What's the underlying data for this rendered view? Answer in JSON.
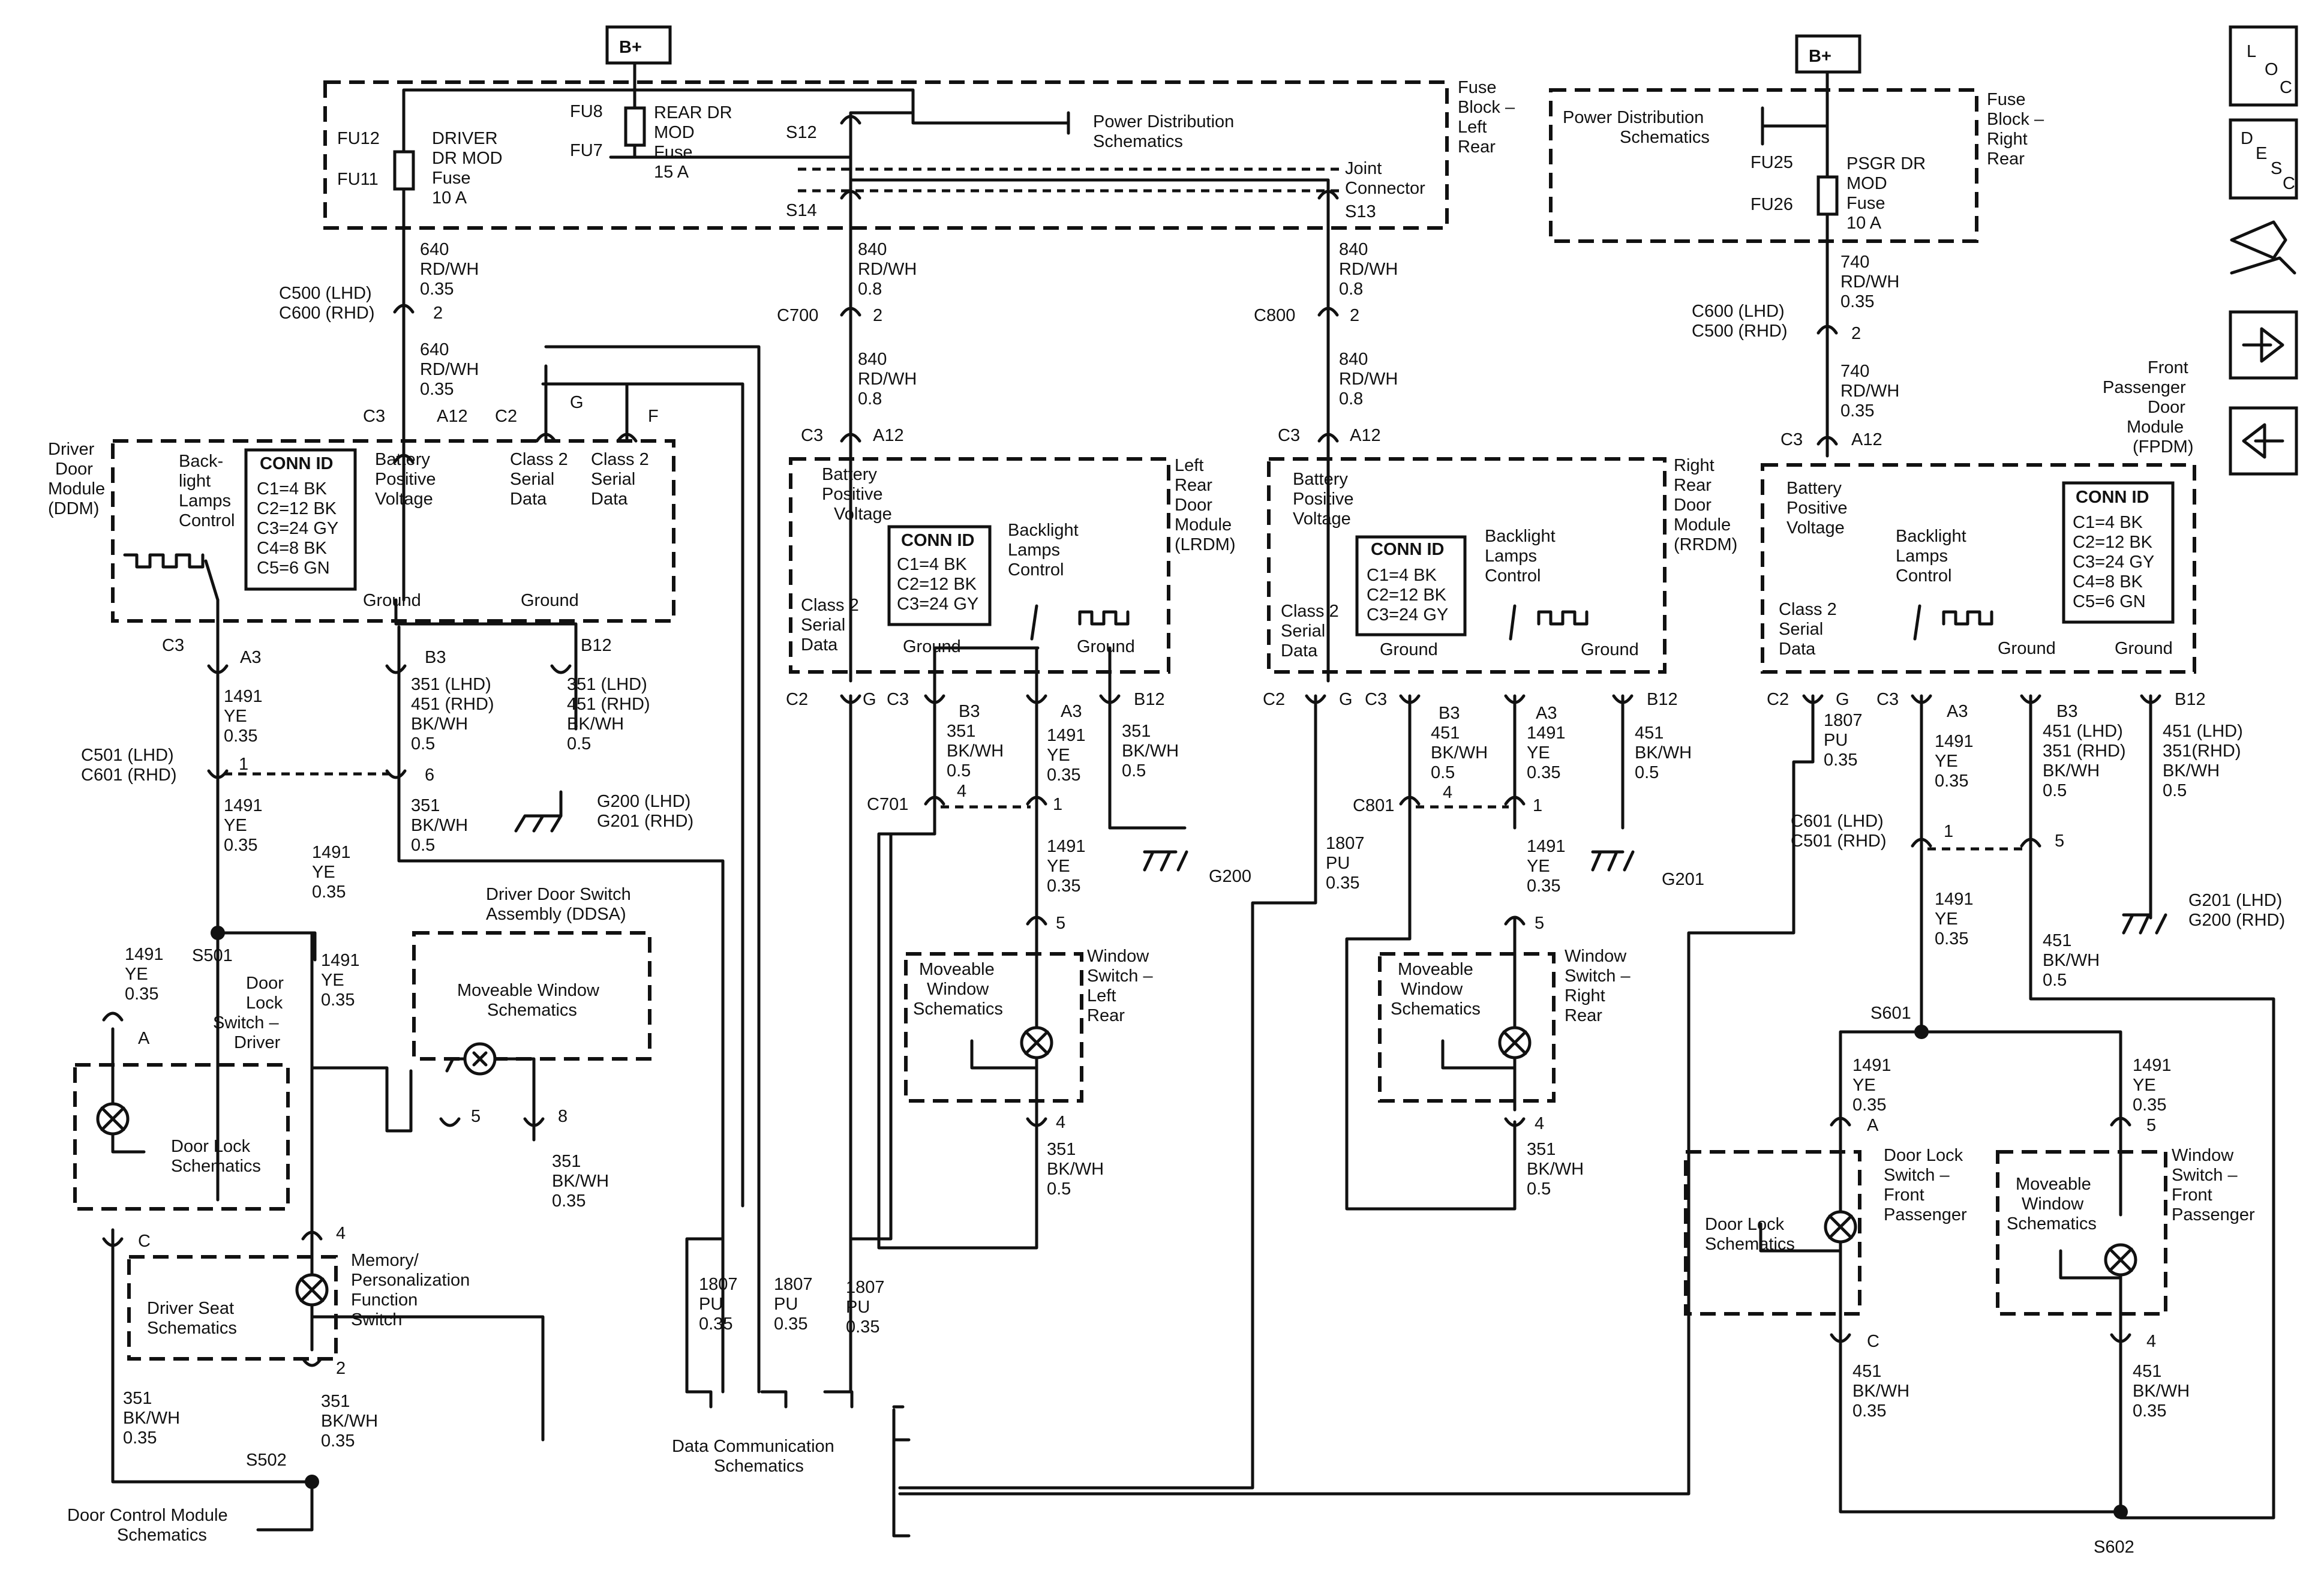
{
  "power": {
    "b_plus_left": "B+",
    "b_plus_right": "B+"
  },
  "fuse_block_lr": {
    "label": [
      "Fuse",
      "Block –",
      "Left",
      "Rear"
    ],
    "fu12": "FU12",
    "fu11": "FU11",
    "fu8": "FU8",
    "fu7": "FU7",
    "driver_fuse": [
      "DRIVER",
      "DR MOD",
      "Fuse",
      "10 A"
    ],
    "rear_fuse": [
      "REAR DR",
      "MOD",
      "Fuse",
      "15 A"
    ],
    "pds": [
      "Power Distribution",
      "Schematics"
    ],
    "s12": "S12",
    "s14": "S14",
    "s13": "S13",
    "joint": [
      "Joint",
      "Connector"
    ]
  },
  "fuse_block_rr": {
    "label": [
      "Fuse",
      "Block –",
      "Right",
      "Rear"
    ],
    "pds": [
      "Power Distribution",
      "Schematics"
    ],
    "fu25": "FU25",
    "fu26": "FU26",
    "fuse": [
      "PSGR DR",
      "MOD",
      "Fuse",
      "10 A"
    ]
  },
  "side_buttons": {
    "loc": [
      "L",
      "O",
      "C"
    ],
    "desc": [
      "D",
      "E",
      "S",
      "C"
    ]
  },
  "ddm": {
    "module": [
      "Driver",
      "Door",
      "Module",
      "(DDM)"
    ],
    "w640a": [
      "640",
      "RD/WH",
      "0.35"
    ],
    "c500": [
      "C500 (LHD)",
      "C600 (RHD)"
    ],
    "c500_pin": "2",
    "w640b": [
      "640",
      "RD/WH",
      "0.35"
    ],
    "c3": "C3",
    "a12": "A12",
    "c2": "C2",
    "g": "G",
    "f": "F",
    "backlight": [
      "Back-",
      "light",
      "Lamps",
      "Control"
    ],
    "conn_title": "CONN ID",
    "conn": [
      "C1=4 BK",
      "C2=12 BK",
      "C3=24 GY",
      "C4=8 BK",
      "C5=6 GN"
    ],
    "bpv": [
      "Battery",
      "Positive",
      "Voltage"
    ],
    "c2sd_a": [
      "Class 2",
      "Serial",
      "Data"
    ],
    "c2sd_b": [
      "Class 2",
      "Serial",
      "Data"
    ],
    "gnd1": "Ground",
    "gnd2": "Ground",
    "c3b": "C3",
    "a3": "A3",
    "b3": "B3",
    "b12": "B12",
    "w1491a": [
      "1491",
      "YE",
      "0.35"
    ],
    "w351a": [
      "351 (LHD)",
      "451 (RHD)",
      "BK/WH",
      "0.5"
    ],
    "w351b": [
      "351 (LHD)",
      "451 (RHD)",
      "BK/WH",
      "0.5"
    ],
    "c501": [
      "C501 (LHD)",
      "C601 (RHD)"
    ],
    "c501_p1": "1",
    "c501_p6": "6",
    "g200": [
      "G200 (LHD)",
      "G201 (RHD)"
    ],
    "w1491b": [
      "1491",
      "YE",
      "0.35"
    ],
    "w351c": [
      "351",
      "BK/WH",
      "0.5"
    ],
    "w1491c": [
      "1491",
      "YE",
      "0.35"
    ],
    "ddsa": [
      "Driver Door Switch",
      "Assembly (DDSA)"
    ],
    "mws": [
      "Moveable Window",
      "Schematics"
    ],
    "p5": "5",
    "p8": "8",
    "s501": "S501",
    "w1491d": [
      "1491",
      "YE",
      "0.35"
    ],
    "w1491e": [
      "1491",
      "YE",
      "0.35"
    ],
    "dls_driver": [
      "Door",
      "Lock",
      "Switch –",
      "Driver"
    ],
    "pa": "A",
    "pc": "C",
    "p4": "4",
    "p2": "2",
    "dls": [
      "Door Lock",
      "Schematics"
    ],
    "w351d": [
      "351",
      "BK/WH",
      "0.35"
    ],
    "memory": [
      "Memory/",
      "Personalization",
      "Function",
      "Switch"
    ],
    "seat": [
      "Driver Seat",
      "Schematics"
    ],
    "w351e": [
      "351",
      "BK/WH",
      "0.35"
    ],
    "w351f": [
      "351",
      "BK/WH",
      "0.35"
    ],
    "s502": "S502",
    "dcm": [
      "Door Control Module",
      "Schematics"
    ]
  },
  "center": {
    "w1807a": [
      "1807",
      "PU",
      "0.35"
    ],
    "w1807b": [
      "1807",
      "PU",
      "0.35"
    ],
    "w1807c": [
      "1807",
      "PU",
      "0.35"
    ],
    "dcs": [
      "Data Communication",
      "Schematics"
    ]
  },
  "lrdm": {
    "module": [
      "Left",
      "Rear",
      "Door",
      "Module",
      "(LRDM)"
    ],
    "w840a": [
      "840",
      "RD/WH",
      "0.8"
    ],
    "c700": "C700",
    "c700_pin": "2",
    "w840b": [
      "840",
      "RD/WH",
      "0.8"
    ],
    "c3": "C3",
    "a12": "A12",
    "bpv": [
      "Battery",
      "Positive",
      "Voltage"
    ],
    "conn_title": "CONN ID",
    "conn": [
      "C1=4 BK",
      "C2=12 BK",
      "C3=24 GY"
    ],
    "backlight": [
      "Backlight",
      "Lamps",
      "Control"
    ],
    "c2sd": [
      "Class 2",
      "Serial",
      "Data"
    ],
    "gnd1": "Ground",
    "gnd2": "Ground",
    "c2": "C2",
    "g": "G",
    "c3b": "C3",
    "b3": "B3",
    "a3": "A3",
    "b12": "B12",
    "w351a": [
      "351",
      "BK/WH",
      "0.5"
    ],
    "w1491a": [
      "1491",
      "YE",
      "0.35"
    ],
    "w351b": [
      "351",
      "BK/WH",
      "0.5"
    ],
    "c701": "C701",
    "c701_p4": "4",
    "c701_p1": "1",
    "w1491b": [
      "1491",
      "YE",
      "0.35"
    ],
    "g200": "G200",
    "p5": "5",
    "mws": [
      "Moveable",
      "Window",
      "Schematics"
    ],
    "ws": [
      "Window",
      "Switch –",
      "Left",
      "Rear"
    ],
    "p4": "4",
    "w351c": [
      "351",
      "BK/WH",
      "0.5"
    ]
  },
  "rrdm": {
    "module": [
      "Right",
      "Rear",
      "Door",
      "Module",
      "(RRDM)"
    ],
    "w840a": [
      "840",
      "RD/WH",
      "0.8"
    ],
    "c800": "C800",
    "c800_pin": "2",
    "w840b": [
      "840",
      "RD/WH",
      "0.8"
    ],
    "c3": "C3",
    "a12": "A12",
    "bpv": [
      "Battery",
      "Positive",
      "Voltage"
    ],
    "conn_title": "CONN ID",
    "conn": [
      "C1=4 BK",
      "C2=12 BK",
      "C3=24 GY"
    ],
    "backlight": [
      "Backlight",
      "Lamps",
      "Control"
    ],
    "c2sd": [
      "Class 2",
      "Serial",
      "Data"
    ],
    "gnd1": "Ground",
    "gnd2": "Ground",
    "c2": "C2",
    "g": "G",
    "c3b": "C3",
    "b3": "B3",
    "a3": "A3",
    "b12": "B12",
    "w451a": [
      "451",
      "BK/WH",
      "0.5"
    ],
    "w1491a": [
      "1491",
      "YE",
      "0.35"
    ],
    "w451b": [
      "451",
      "BK/WH",
      "0.5"
    ],
    "w1807": [
      "1807",
      "PU",
      "0.35"
    ],
    "c801": "C801",
    "c801_p4": "4",
    "c801_p1": "1",
    "w1491b": [
      "1491",
      "YE",
      "0.35"
    ],
    "g201": "G201",
    "p5": "5",
    "mws": [
      "Moveable",
      "Window",
      "Schematics"
    ],
    "ws": [
      "Window",
      "Switch –",
      "Right",
      "Rear"
    ],
    "p4": "4",
    "w351": [
      "351",
      "BK/WH",
      "0.5"
    ]
  },
  "fpdm": {
    "module": [
      "Front",
      "Passenger",
      "Door",
      "Module",
      "(FPDM)"
    ],
    "w740a": [
      "740",
      "RD/WH",
      "0.35"
    ],
    "c600": [
      "C600 (LHD)",
      "C500 (RHD)"
    ],
    "c600_pin": "2",
    "w740b": [
      "740",
      "RD/WH",
      "0.35"
    ],
    "c3": "C3",
    "a12": "A12",
    "bpv": [
      "Battery",
      "Positive",
      "Voltage"
    ],
    "backlight": [
      "Backlight",
      "Lamps",
      "Control"
    ],
    "conn_title": "CONN ID",
    "conn": [
      "C1=4 BK",
      "C2=12 BK",
      "C3=24 GY",
      "C4=8 BK",
      "C5=6 GN"
    ],
    "c2sd": [
      "Class 2",
      "Serial",
      "Data"
    ],
    "gnd1": "Ground",
    "gnd2": "Ground",
    "c2": "C2",
    "g": "G",
    "c3b": "C3",
    "a3": "A3",
    "b3": "B3",
    "b12": "B12",
    "w1807": [
      "1807",
      "PU",
      "0.35"
    ],
    "w1491a": [
      "1491",
      "YE",
      "0.35"
    ],
    "w451a": [
      "451 (LHD)",
      "351 (RHD)",
      "BK/WH",
      "0.5"
    ],
    "w451b": [
      "451 (LHD)",
      "351(RHD)",
      "BK/WH",
      "0.5"
    ],
    "c601": [
      "C601 (LHD)",
      "C501 (RHD)"
    ],
    "c601_p1": "1",
    "c601_p5": "5",
    "g201": [
      "G201 (LHD)",
      "G200 (RHD)"
    ],
    "w1491b": [
      "1491",
      "YE",
      "0.35"
    ],
    "w451c": [
      "451",
      "BK/WH",
      "0.5"
    ],
    "s601": "S601",
    "w1491c": [
      "1491",
      "YE",
      "0.35"
    ],
    "w1491d": [
      "1491",
      "YE",
      "0.35"
    ],
    "pa": "A",
    "p5": "5",
    "dls_fp": [
      "Door Lock",
      "Switch –",
      "Front",
      "Passenger"
    ],
    "ws_fp": [
      "Window",
      "Switch –",
      "Front",
      "Passenger"
    ],
    "dls": [
      "Door Lock",
      "Schematics"
    ],
    "mws": [
      "Moveable",
      "Window",
      "Schematics"
    ],
    "pc": "C",
    "p4": "4",
    "w451d": [
      "451",
      "BK/WH",
      "0.35"
    ],
    "w451e": [
      "451",
      "BK/WH",
      "0.35"
    ],
    "s602": "S602"
  }
}
